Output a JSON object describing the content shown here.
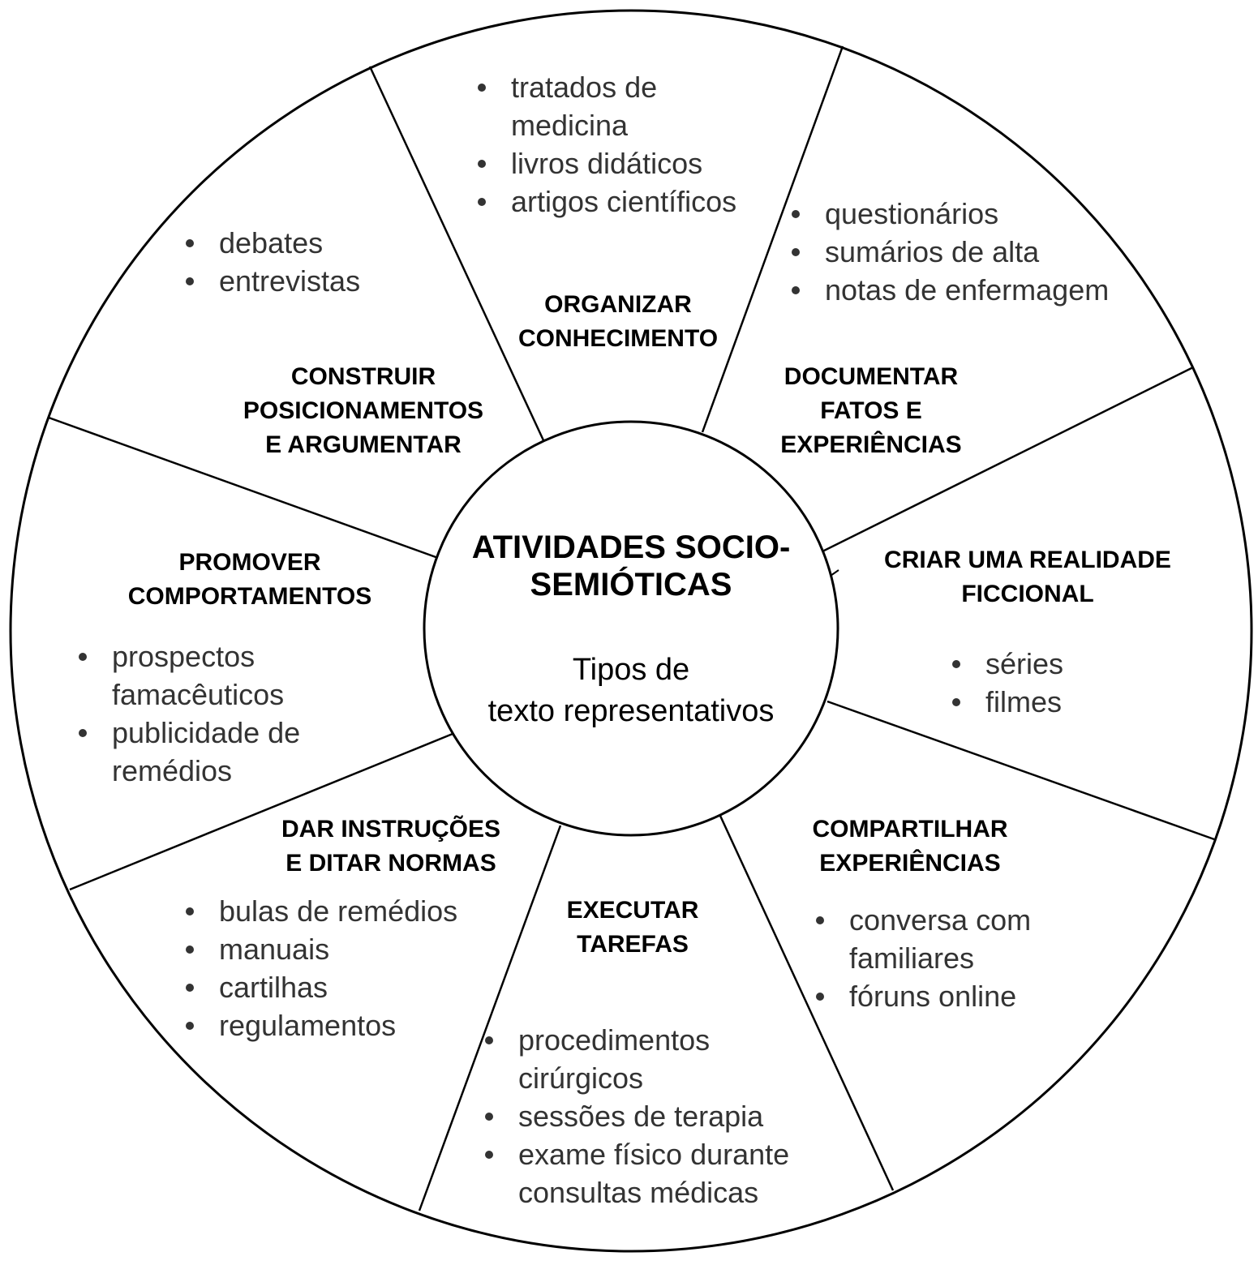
{
  "center": {
    "title_lines": [
      "ATIVIDADES SOCIO-",
      "SEMIÓTICAS"
    ],
    "subtitle_lines": [
      "Tipos de",
      "texto representativos"
    ]
  },
  "sectors": {
    "organizar": {
      "title_lines": [
        "ORGANIZAR",
        "CONHECIMENTO"
      ],
      "items": [
        [
          "tratados de",
          "medicina"
        ],
        [
          "livros didáticos"
        ],
        [
          "artigos científicos"
        ]
      ]
    },
    "documentar": {
      "title_lines": [
        "DOCUMENTAR",
        "FATOS E",
        "EXPERIÊNCIAS"
      ],
      "items": [
        [
          "questionários"
        ],
        [
          "sumários de alta"
        ],
        [
          "notas de enfermagem"
        ]
      ]
    },
    "criar": {
      "title_lines": [
        "CRIAR UMA REALIDADE",
        "FICCIONAL"
      ],
      "items": [
        [
          "séries"
        ],
        [
          "filmes"
        ]
      ]
    },
    "compartilhar": {
      "title_lines": [
        "COMPARTILHAR",
        "EXPERIÊNCIAS"
      ],
      "items": [
        [
          "conversa com",
          "familiares"
        ],
        [
          "fóruns online"
        ]
      ]
    },
    "executar": {
      "title_lines": [
        "EXECUTAR",
        "TAREFAS"
      ],
      "items": [
        [
          "procedimentos",
          "cirúrgicos"
        ],
        [
          "sessões de terapia"
        ],
        [
          "exame físico durante",
          "consultas médicas"
        ]
      ]
    },
    "instrucoes": {
      "title_lines": [
        "DAR INSTRUÇÕES",
        "E DITAR NORMAS"
      ],
      "items": [
        [
          "bulas de remédios"
        ],
        [
          "manuais"
        ],
        [
          "cartilhas"
        ],
        [
          "regulamentos"
        ]
      ]
    },
    "promover": {
      "title_lines": [
        "PROMOVER",
        "COMPORTAMENTOS"
      ],
      "items": [
        [
          "prospectos",
          "famacêuticos"
        ],
        [
          "publicidade de",
          "remédios"
        ]
      ]
    },
    "construir": {
      "title_lines": [
        "CONSTRUIR",
        "POSICIONAMENTOS",
        "E ARGUMENTAR"
      ],
      "items": [
        [
          "debates"
        ],
        [
          "entrevistas"
        ]
      ]
    }
  }
}
